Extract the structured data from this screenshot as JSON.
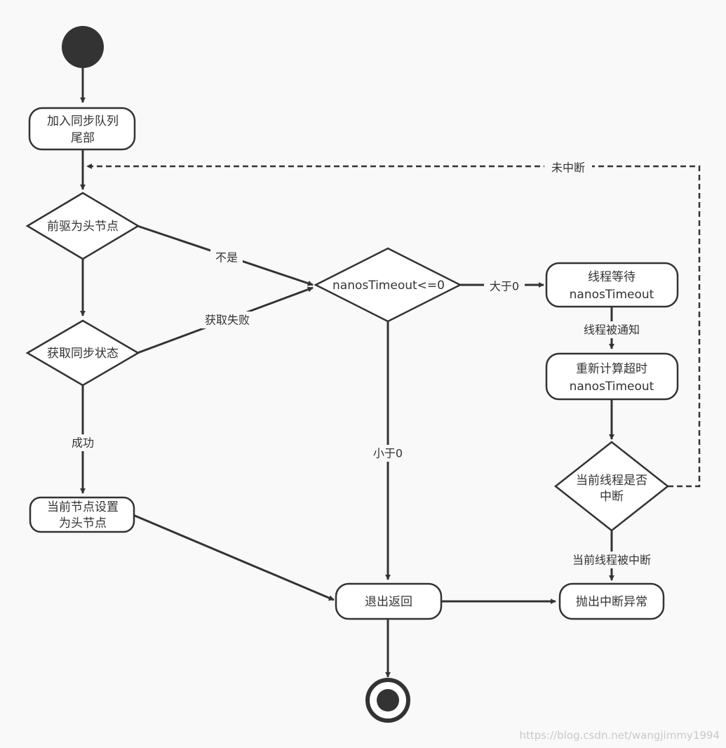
{
  "nodes": {
    "join_queue": [
      "加入同步队列",
      "尾部"
    ],
    "pred_is_head": [
      "前驱为头节点"
    ],
    "acquire_state": [
      "获取同步状态"
    ],
    "timeout_check": [
      "nanosTimeout<=0"
    ],
    "thread_wait": [
      "线程等待",
      "nanosTimeout"
    ],
    "recalc": [
      "重新计算超时",
      "nanosTimeout"
    ],
    "interrupted_check": [
      "当前线程是否",
      "中断"
    ],
    "set_head": [
      "当前节点设置",
      "为头节点"
    ],
    "exit_return": [
      "退出返回"
    ],
    "throw_exception": [
      "抛出中断异常"
    ]
  },
  "edge_labels": {
    "not": "不是",
    "acquire_failed": "获取失败",
    "greater_than_zero": "大于0",
    "notified": "线程被通知",
    "not_interrupted": "未中断",
    "success": "成功",
    "less_than_zero": "小于0",
    "interrupted": "当前线程被中断"
  },
  "watermark": "https://blog.csdn.net/wangjimmy1994"
}
